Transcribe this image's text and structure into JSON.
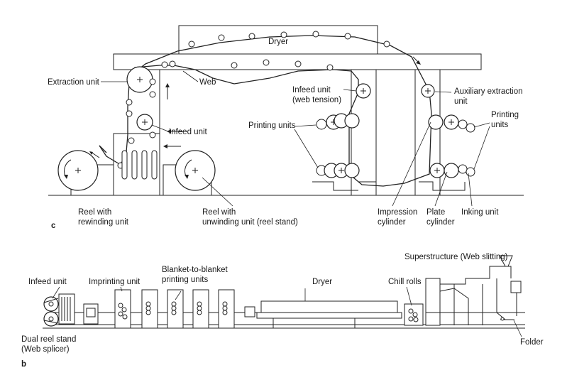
{
  "figure_c": {
    "panel_letter": "c",
    "dryer": "Dryer",
    "extraction_unit": "Extraction unit",
    "web": "Web",
    "infeed_unit": "Infeed unit",
    "infeed_unit_web_tension": [
      "Infeed unit",
      "(web tension)"
    ],
    "printing_units_left": "Printing units",
    "auxiliary_extraction_unit": [
      "Auxiliary extraction",
      "unit"
    ],
    "printing_units_right": [
      "Printing",
      "units"
    ],
    "reel_rewinding": [
      "Reel with",
      "rewinding unit"
    ],
    "reel_unwinding": [
      "Reel with",
      "unwinding unit (reel stand)"
    ],
    "impression_cylinder": [
      "Impression",
      "cylinder"
    ],
    "plate_cylinder": [
      "Plate",
      "cylinder"
    ],
    "inking_unit": "Inking unit"
  },
  "figure_b": {
    "panel_letter": "b",
    "superstructure": "Superstructure (Web slitting)",
    "infeed_unit": "Infeed unit",
    "imprinting_unit": "Imprinting unit",
    "blanket_units": [
      "Blanket-to-blanket",
      "printing units"
    ],
    "dryer": "Dryer",
    "chill_rolls": "Chill rolls",
    "dual_reel_stand": [
      "Dual reel stand",
      "(Web splicer)"
    ],
    "folder": "Folder"
  }
}
